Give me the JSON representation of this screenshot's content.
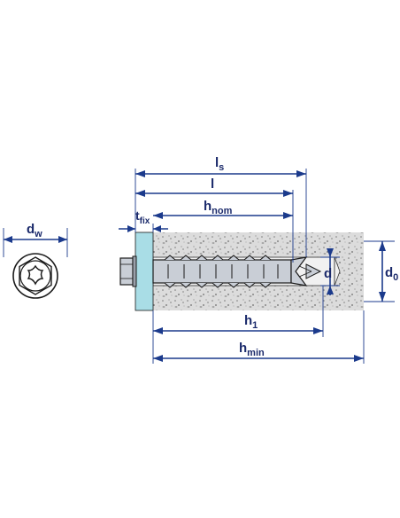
{
  "dimensions": {
    "dw": {
      "main": "d",
      "sub": "w"
    },
    "ls": {
      "main": "l",
      "sub": "s"
    },
    "l": {
      "main": "l"
    },
    "hnom": {
      "main": "h",
      "sub": "nom"
    },
    "tfix": {
      "main": "t",
      "sub": "fix"
    },
    "d": {
      "main": "d"
    },
    "d0": {
      "main": "d",
      "sub": "0"
    },
    "h1": {
      "main": "h",
      "sub": "1"
    },
    "hmin": {
      "main": "h",
      "sub": "min"
    }
  },
  "colors": {
    "dimension_line": "#1b3a8c",
    "label_text": "#1b2a6b",
    "concrete_fill": "#dcdcdc",
    "fixture_fill": "#a9dde6",
    "anchor_fill": "#c9ced6",
    "outline": "#1a1a1a"
  },
  "icons": [
    "screw-head-torx-icon",
    "concrete-anchor-icon"
  ]
}
